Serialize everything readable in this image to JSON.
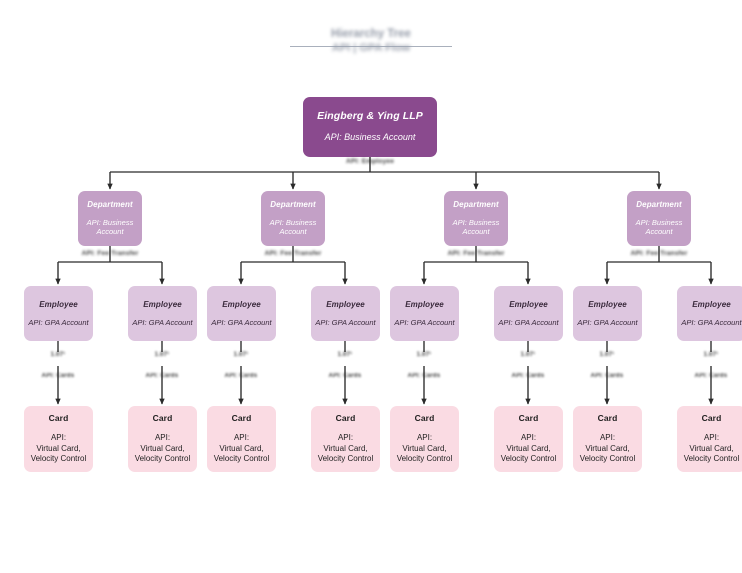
{
  "page": {
    "title_main": "Hierarchy Tree",
    "title_sub": "API | GPA Flow"
  },
  "colors": {
    "root": "#8a4a8e",
    "department": "#c3a0c6",
    "employee": "#ddc6df",
    "card": "#fadbe3",
    "connector": "#2a2a2a",
    "background": "#ffffff",
    "title_text": "#7c8494"
  },
  "chart_data": {
    "type": "tree",
    "levels": 4,
    "root": {
      "title": "Eingberg & Ying LLP",
      "subtitle": "API: Business Account"
    },
    "departments": [
      {
        "title": "Department",
        "subtitle": "API: Business Account"
      },
      {
        "title": "Department",
        "subtitle": "API: Business Account"
      },
      {
        "title": "Department",
        "subtitle": "API: Business Account"
      },
      {
        "title": "Department",
        "subtitle": "API: Business Account"
      }
    ],
    "employees": [
      {
        "title": "Employee",
        "subtitle": "API: GPA Account"
      },
      {
        "title": "Employee",
        "subtitle": "API: GPA Account"
      },
      {
        "title": "Employee",
        "subtitle": "API: GPA Account"
      },
      {
        "title": "Employee",
        "subtitle": "API: GPA Account"
      },
      {
        "title": "Employee",
        "subtitle": "API: GPA Account"
      },
      {
        "title": "Employee",
        "subtitle": "API: GPA Account"
      },
      {
        "title": "Employee",
        "subtitle": "API: GPA Account"
      },
      {
        "title": "Employee",
        "subtitle": "API: GPA Account"
      }
    ],
    "cards": [
      {
        "title": "Card",
        "subtitle": "API:\nVirtual Card,\nVelocity Control"
      },
      {
        "title": "Card",
        "subtitle": "API:\nVirtual Card,\nVelocity Control"
      },
      {
        "title": "Card",
        "subtitle": "API:\nVirtual Card,\nVelocity Control"
      },
      {
        "title": "Card",
        "subtitle": "API:\nVirtual Card,\nVelocity Control"
      },
      {
        "title": "Card",
        "subtitle": "API:\nVirtual Card,\nVelocity Control"
      },
      {
        "title": "Card",
        "subtitle": "API:\nVirtual Card,\nVelocity Control"
      },
      {
        "title": "Card",
        "subtitle": "API:\nVirtual Card,\nVelocity Control"
      },
      {
        "title": "Card",
        "subtitle": "API:\nVirtual Card,\nVelocity Control"
      }
    ]
  },
  "edge_labels": {
    "root_to_department": "API: Employee",
    "center_employee": "Employee",
    "department_to_employee": [
      "API: Fee Transfer",
      "API: Fee Transfer",
      "API: Fee Transfer",
      "API: Fee Transfer"
    ],
    "employee_to_card_upper": [
      "1.07¹",
      "1.07¹",
      "1.07¹",
      "1.07¹",
      "1.07¹",
      "1.07¹",
      "1.07¹",
      "1.07¹"
    ],
    "employee_to_card_lower": [
      "API: Cards",
      "API: Cards",
      "API: Cards",
      "API: Cards",
      "API: Cards",
      "API: Cards",
      "API: Cards",
      "API: Cards"
    ]
  }
}
